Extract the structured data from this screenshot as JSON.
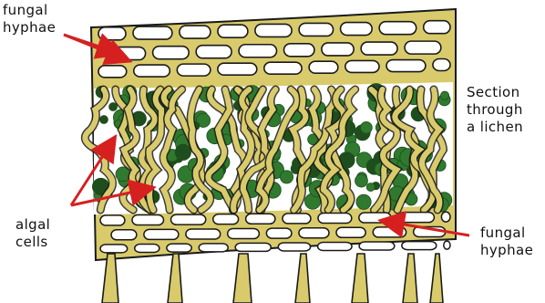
{
  "labels": {
    "fungal_top": [
      "fungal",
      "hyphae"
    ],
    "title": [
      "Section",
      "through",
      "a lichen"
    ],
    "algal": [
      "algal",
      "cells"
    ],
    "fungal_bottom": [
      "fungal",
      "hyphae"
    ]
  },
  "colors": {
    "fungus": "#d9cb6b",
    "fungus_dark": "#c9b94f",
    "algae": "#2f7a2e",
    "algae_dark": "#1e4e1d",
    "outline": "#1a1a1a",
    "arrow": "#d62020",
    "background": "#ffffff"
  }
}
